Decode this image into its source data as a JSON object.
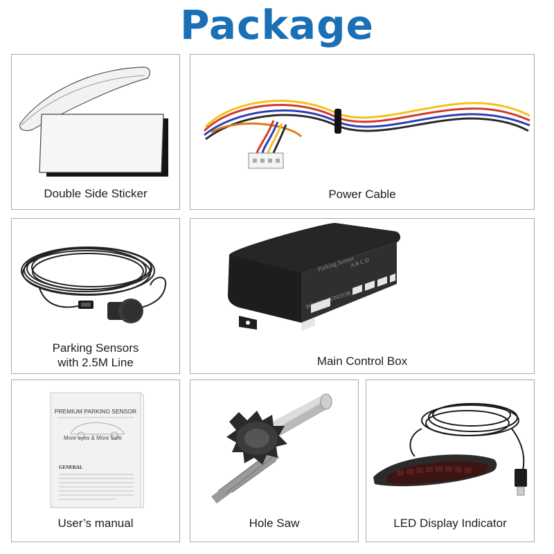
{
  "title": "Package",
  "items": [
    {
      "label": "Double Side Sticker"
    },
    {
      "label": "Power Cable"
    },
    {
      "label_line1": "Parking Sensors",
      "label_line2": "with 2.5M Line"
    },
    {
      "label": "Main Control Box",
      "box_labels": {
        "top": "Parking Sensor",
        "front": "POWER MONITOR",
        "ports": "A B C D"
      }
    },
    {
      "label": "User’s manual",
      "manual": {
        "heading": "PREMIUM PARKING SENSOR",
        "tagline": "More eyes & More Safe",
        "section": "GENERAL"
      }
    },
    {
      "label": "Hole Saw"
    },
    {
      "label": "LED Display Indicator"
    }
  ],
  "colors": {
    "title": "#1a6fb5",
    "border": "#a9a9a9"
  }
}
